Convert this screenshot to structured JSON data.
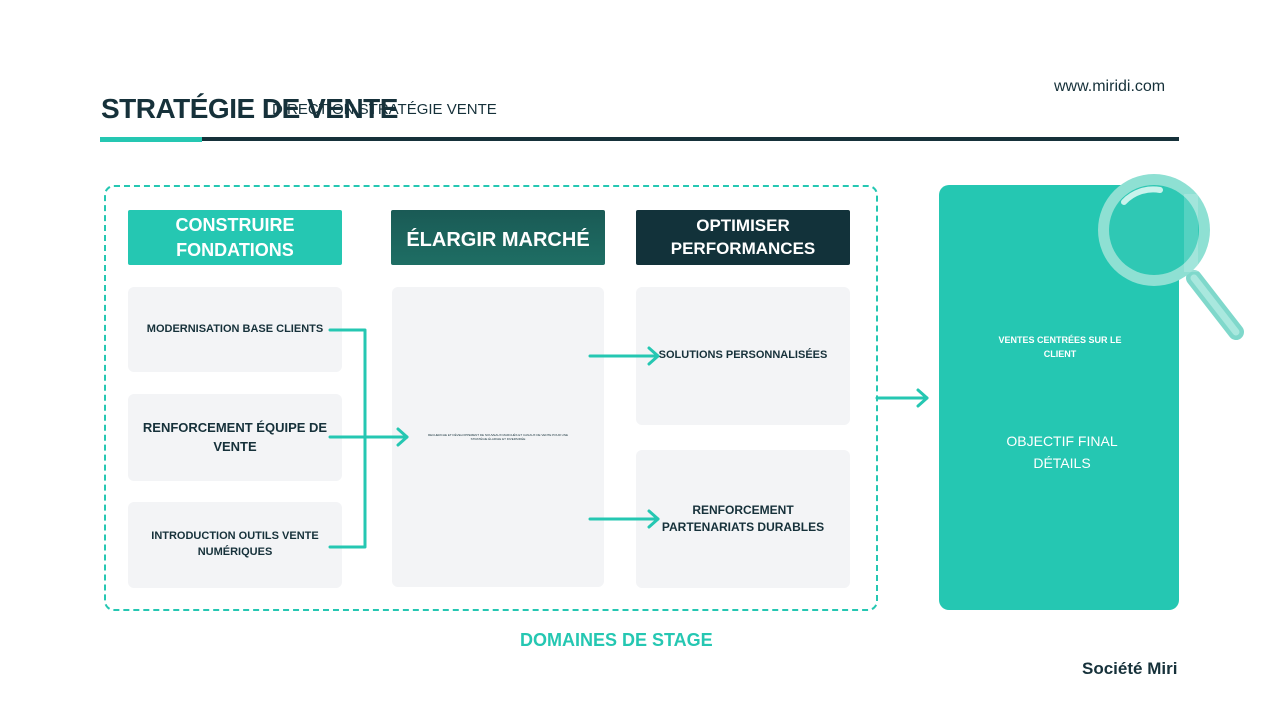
{
  "header": {
    "title": "STRATÉGIE DE VENTE",
    "subtitle": "DIRECTION STRATÉGIE VENTE",
    "website": "www.miridi.com"
  },
  "columns": [
    {
      "header": "CONSTRUIRE FONDATIONS",
      "cards": [
        "MODERNISATION BASE CLIENTS",
        "RENFORCEMENT ÉQUIPE DE VENTE",
        "INTRODUCTION OUTILS VENTE NUMÉRIQUES"
      ]
    },
    {
      "header": "ÉLARGIR MARCHÉ",
      "cards": [
        "RECHERCHE ET DÉVELOPPEMENT DE NOUVEAUX MARCHÉS ET CANAUX DE VENTE POUR UNE STRATÉGIE ÉLARGIE ET DIVERSIFIÉE"
      ]
    },
    {
      "header": "OPTIMISER PERFORMANCES",
      "cards": [
        "SOLUTIONS PERSONNALISÉES",
        "RENFORCEMENT PARTENARIATS DURABLES"
      ]
    }
  ],
  "final": {
    "heading": "VENTES CENTRÉES SUR LE CLIENT",
    "label": "OBJECTIF FINAL DÉTAILS"
  },
  "footer": {
    "frame_label": "DOMAINES DE STAGE",
    "company": "Société Miri"
  },
  "colors": {
    "teal": "#25c7b2",
    "dark_navy": "#16313a",
    "dark_teal": "#1a5a55",
    "card_bg": "#f3f4f6"
  },
  "icons": [
    "magnifying-glass-icon",
    "arrow-right-icon"
  ]
}
